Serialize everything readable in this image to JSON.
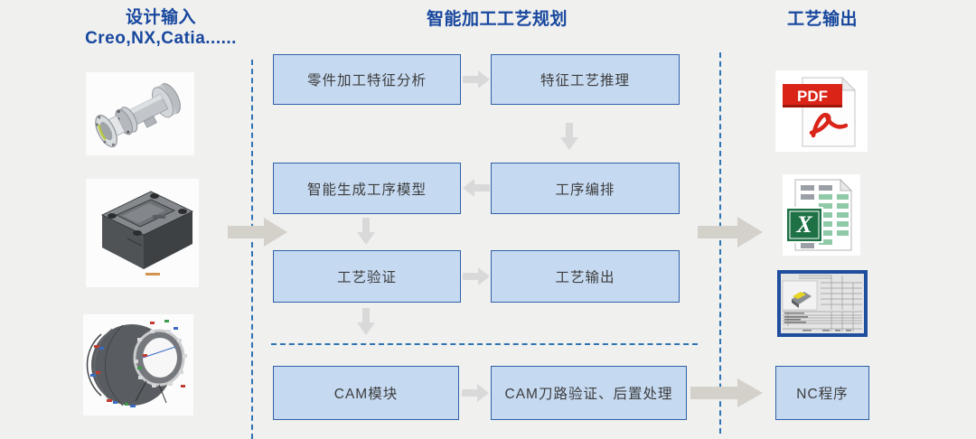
{
  "columns": {
    "design_input": {
      "title": "设计输入",
      "subtitle": "Creo,NX,Catia......"
    },
    "planning": {
      "title": "智能加工工艺规划"
    },
    "output": {
      "title": "工艺输出"
    }
  },
  "flow_boxes": {
    "feature_analysis": "零件加工特征分析",
    "feature_process_reasoning": "特征工艺推理",
    "generate_operation_model": "智能生成工序模型",
    "operation_sequencing": "工序编排",
    "process_validation": "工艺验证",
    "process_output": "工艺输出",
    "cam_module": "CAM模块",
    "cam_toolpath_postprocess": "CAM刀路验证、后置处理",
    "nc_program": "NC程序"
  },
  "output_icons": {
    "pdf_label": "PDF",
    "excel_letter": "X"
  },
  "colors": {
    "header_blue": "#17479e",
    "box_fill": "#c5d9f1",
    "box_border": "#3061a8",
    "dashed_line": "#2e74b5",
    "arrow_gray": "#d4d1cb",
    "pdf_red": "#da2418",
    "excel_green": "#1e7145",
    "background": "#f0f0ef"
  }
}
